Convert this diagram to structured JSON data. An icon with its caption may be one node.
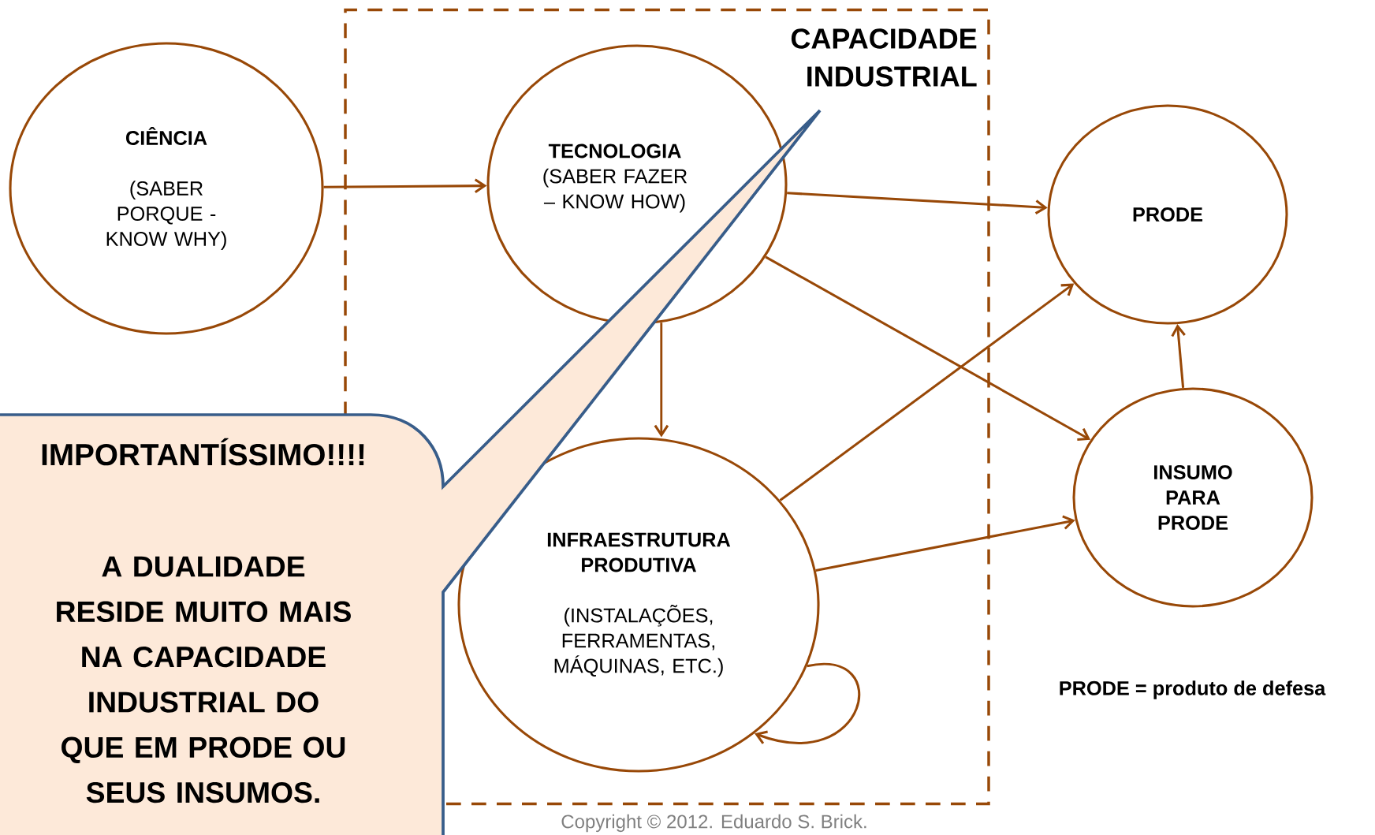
{
  "diagram": {
    "nodes": [
      {
        "text": [
          "CIÊNCIA",
          "(SABER PORQUE - KNOW WHY)"
        ]
      },
      {
        "text": [
          "CAPACIDADE INDUSTRIAL"
        ]
      },
      {
        "text": [
          "TECNOLOGIA",
          "(SABER FAZER – KNOW HOW)"
        ],
        "in": 1
      },
      {
        "text": [
          "INFRAESTRUTURA PRODUTIVA",
          "(INSTALAÇÕES, FERRAMENTAS, MÁQUINAS, ETC.)"
        ],
        "in": 1
      },
      {
        "text": [
          "PRODE"
        ]
      },
      {
        "text": [
          "INSUMO PARA PRODE"
        ]
      },
      {
        "text": [
          "IMPORTANTÍSSIMO!!!!",
          "A DUALIDADE RESIDE MUITO MAIS NA CAPACIDADE INDUSTRIAL DO QUE EM PRODE OU SEUS INSUMOS."
        ]
      }
    ],
    "edges": [
      {
        "from": 0,
        "to": 2,
        "arrow": "to"
      },
      {
        "from": 2,
        "to": 4,
        "arrow": "to"
      },
      {
        "from": 2,
        "to": 5,
        "arrow": "to"
      },
      {
        "from": 2,
        "to": 3,
        "arrow": "to"
      },
      {
        "from": 3,
        "to": 3,
        "arrow": "to"
      },
      {
        "from": 3,
        "to": 4,
        "arrow": "to"
      },
      {
        "from": 3,
        "to": 5,
        "arrow": "to"
      },
      {
        "from": 5,
        "to": 4,
        "arrow": "to"
      }
    ],
    "labels": [
      "PRODE = produto de defesa",
      "Copyright © 2012. Eduardo S. Brick."
    ]
  }
}
